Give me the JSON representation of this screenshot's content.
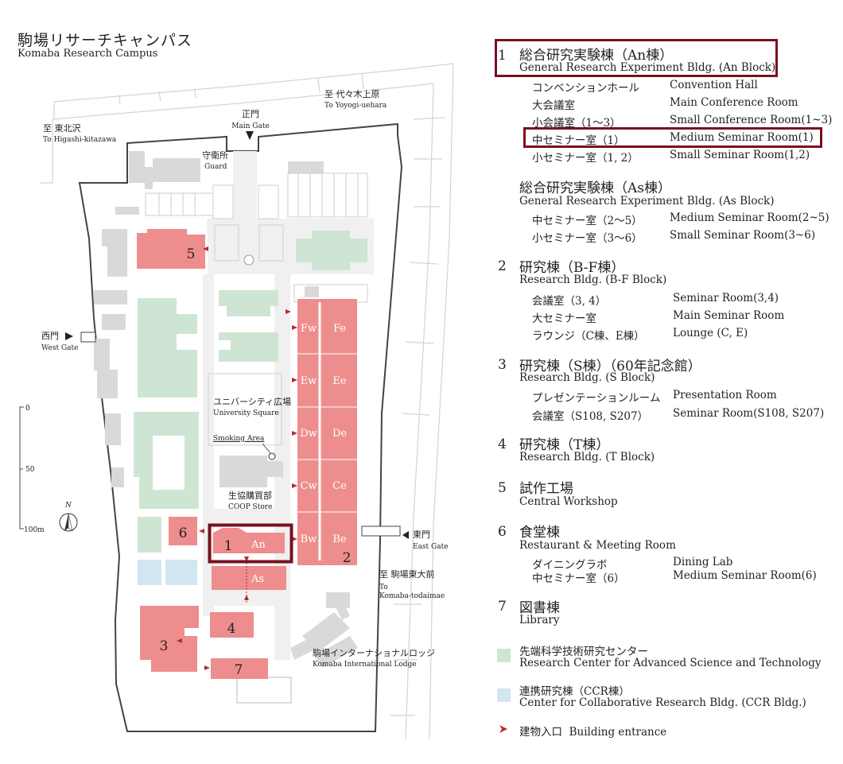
{
  "title": {
    "ja": "駒場リサーチキャンパス",
    "en": "Komaba Research Campus"
  },
  "map": {
    "labels": {
      "yoyogi_ja": "至 代々木上原",
      "yoyogi_en": "To Yoyogi-uehara",
      "main_gate_ja": "正門",
      "main_gate_en": "Main Gate",
      "higashi_ja": "至 東北沢",
      "higashi_en": "To Higashi-kitazawa",
      "guard_ja": "守衛所",
      "guard_en": "Guard",
      "west_gate_ja": "西門",
      "west_gate_en": "West Gate",
      "univ_sq_ja": "ユニバーシティ広場",
      "univ_sq_en": "University Square",
      "smoking": "Smoking Area",
      "coop_ja": "生協購買部",
      "coop_en": "COOP Store",
      "east_gate_ja": "東門",
      "east_gate_en": "East Gate",
      "todaimae_ja": "至 駒場東大前",
      "todaimae_en1": "To",
      "todaimae_en2": "Komaba-todaimae",
      "lodge_ja": "駒場インターナショナルロッジ",
      "lodge_en": "Komaba International Lodge",
      "north": "N",
      "scale_0": "0",
      "scale_50": "50",
      "scale_100": "100m"
    },
    "blocks": [
      "Fw",
      "Fe",
      "Ew",
      "Ee",
      "Dw",
      "De",
      "Cw",
      "Ce",
      "Bw",
      "Be"
    ],
    "building_numbers": [
      "1",
      "2",
      "3",
      "4",
      "5",
      "6",
      "7"
    ],
    "an": "An",
    "as": "As",
    "colors": {
      "building": "#ee8d8d",
      "rcast": "#cfe5d4",
      "ccr": "#d2e6f2",
      "other": "#d9d9d9",
      "highlight": "#7a1020",
      "entrance": "#b42c2c"
    }
  },
  "legend": {
    "s1": {
      "num": "1",
      "ja": "総合研究実験棟（An棟）",
      "en": "General Research Experiment Bldg. (An Block)",
      "rows": [
        {
          "ja": "コンベンションホール",
          "en": "Convention Hall"
        },
        {
          "ja": "大会議室",
          "en": "Main Conference Room"
        },
        {
          "ja": "小会議室（1～3）",
          "en": "Small Conference Room(1~3)"
        },
        {
          "ja": "中セミナー室（1）",
          "en": "Medium Seminar Room(1)"
        },
        {
          "ja": "小セミナー室（1, 2）",
          "en": "Small Seminar Room(1,2)"
        }
      ]
    },
    "s1b": {
      "ja": "総合研究実験棟（As棟）",
      "en": "General Research Experiment Bldg. (As Block)",
      "rows": [
        {
          "ja": "中セミナー室（2～5）",
          "en": "Medium Seminar Room(2~5)"
        },
        {
          "ja": "小セミナー室（3～6）",
          "en": "Small Seminar Room(3~6)"
        }
      ]
    },
    "s2": {
      "num": "2",
      "ja": "研究棟（B-F棟）",
      "en": "Research Bldg. (B-F Block)",
      "rows": [
        {
          "ja": "会議室（3, 4）",
          "en": "Seminar Room(3,4)"
        },
        {
          "ja": "大セミナー室",
          "en": "Main Seminar Room"
        },
        {
          "ja": "ラウンジ（C棟、E棟）",
          "en": "Lounge (C, E)"
        }
      ]
    },
    "s3": {
      "num": "3",
      "ja": "研究棟（S棟）（60年記念館）",
      "en": "Research Bldg. (S Block)",
      "rows": [
        {
          "ja": "プレゼンテーションルーム",
          "en": "Presentation Room"
        },
        {
          "ja": "会議室（S108, S207）",
          "en": "Seminar Room(S108, S207)"
        }
      ]
    },
    "s4": {
      "num": "4",
      "ja": "研究棟（T棟）",
      "en": "Research Bldg. (T Block)"
    },
    "s5": {
      "num": "5",
      "ja": "試作工場",
      "en": "Central Workshop"
    },
    "s6": {
      "num": "6",
      "ja": "食堂棟",
      "en": "Restaurant & Meeting Room",
      "rows": [
        {
          "ja": "ダイニングラボ",
          "en": "Dining Lab"
        },
        {
          "ja": "中セミナー室（6）",
          "en": "Medium Seminar Room(6)"
        }
      ]
    },
    "s7": {
      "num": "7",
      "ja": "図書棟",
      "en": "Library"
    },
    "rcast": {
      "ja": "先端科学技術研究センター",
      "en": "Research Center for Advanced Science and Technology"
    },
    "ccr": {
      "ja": "連携研究棟（CCR棟）",
      "en": "Center for Collaborative Research Bldg. (CCR Bldg.)"
    },
    "entrance": {
      "ja": "建物入口",
      "en": "Building entrance"
    }
  }
}
